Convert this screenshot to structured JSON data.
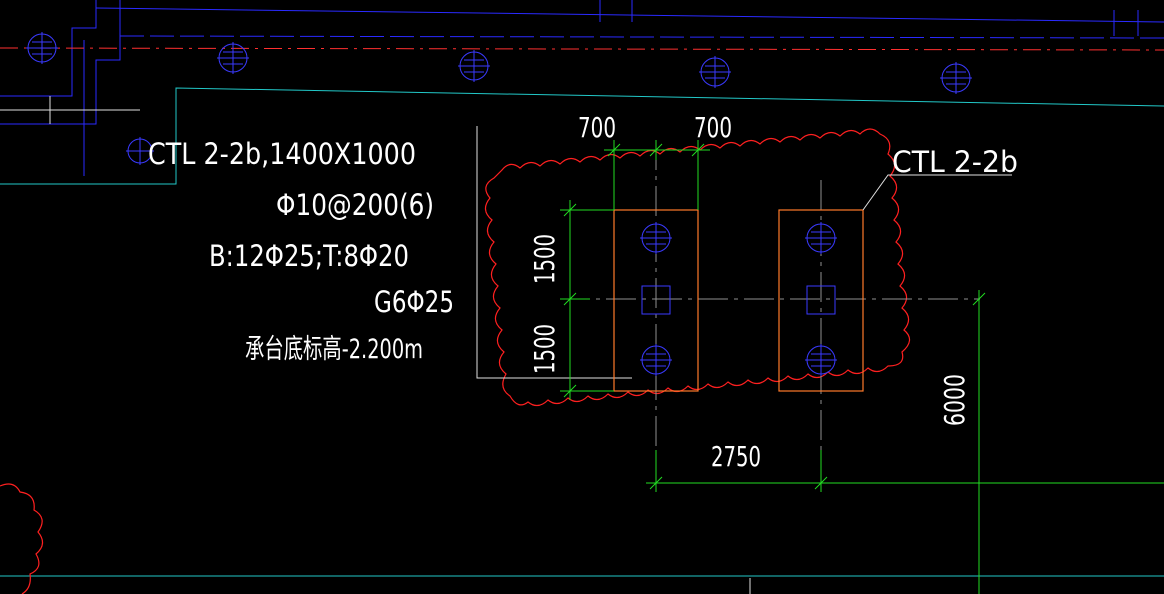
{
  "colors": {
    "background": "#000000",
    "text": "#ffffff",
    "wall_blue": "#2a2aff",
    "axis_red": "#ff3030",
    "cyan_line": "#22c8c8",
    "dimension_green": "#22dd22",
    "pile_blue": "#3a3aff",
    "cap_outline": "#ff7a2a",
    "revision_cloud": "#ff2020",
    "leader_white": "#e0e0e0"
  },
  "annotation": {
    "cap_name_size": "CTL 2-2b,1400X1000",
    "stirrup": "Φ10@200(6)",
    "main_bars": "B:12Φ25;T:8Φ20",
    "side_bars": "G6Φ25",
    "bottom_elevation": "承台底标高-2.200m"
  },
  "callout": {
    "label": "CTL 2-2b"
  },
  "dimensions": {
    "top_left": "700",
    "top_right": "700",
    "left_upper": "1500",
    "left_lower": "1500",
    "bottom_spacing": "2750",
    "right_vertical": "6000"
  },
  "symbols": {
    "pile_icon": "pile-circle-cross",
    "column_icon": "column-square",
    "revision_cloud": "revision-cloud"
  }
}
